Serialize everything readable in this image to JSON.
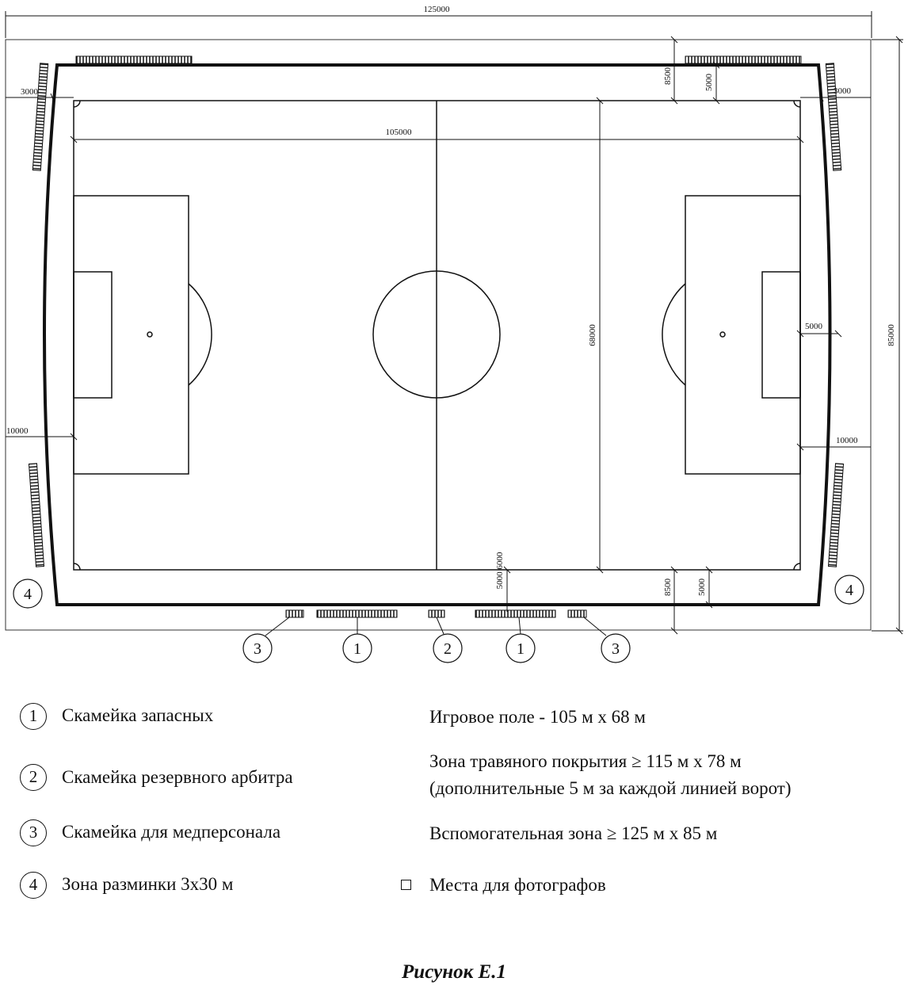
{
  "dimensions": {
    "total_width": "125000",
    "field_width": "105000",
    "total_height": "85000",
    "field_height": "68000",
    "side_top_8500": "8500",
    "side_top_5000": "5000",
    "left_3000": "3000",
    "right_3000": "3000",
    "left_10000": "10000",
    "right_10000": "10000",
    "right_5000": "5000",
    "side_bottom_8500": "8500",
    "side_bottom_5000": "5000",
    "center_bottom": "5000 6000"
  },
  "markers": {
    "bench_left_3": "3",
    "bench_left_1": "1",
    "bench_mid_2": "2",
    "bench_right_1": "1",
    "bench_right_3": "3",
    "warmup_left_4": "4",
    "warmup_right_4": "4"
  },
  "legend": {
    "item1": {
      "num": "1",
      "label": "Скамейка запасных"
    },
    "item2": {
      "num": "2",
      "label": "Скамейка резервного арбитра"
    },
    "item3": {
      "num": "3",
      "label": "Скамейка для медперсонала"
    },
    "item4": {
      "num": "4",
      "label": "Зона разминки 3х30 м"
    },
    "info1": "Игровое поле - 105 м х 68 м",
    "info2_line1": "Зона травяного покрытия ≥ 115 м х 78 м",
    "info2_line2": "(дополнительные 5 м за каждой линией ворот)",
    "info3": "Вспомогательная зона ≥ 125 м х 85 м",
    "info4": "Места для фотографов"
  },
  "caption": "Рисунок Е.1"
}
